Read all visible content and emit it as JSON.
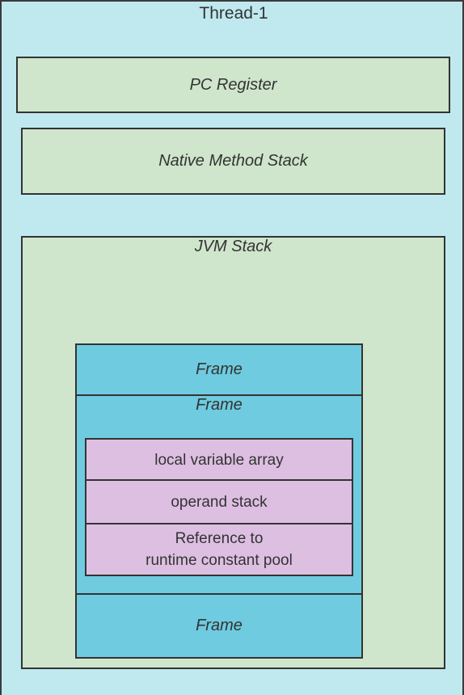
{
  "thread": {
    "title": "Thread-1"
  },
  "pc_register": {
    "label": "PC Register"
  },
  "native_method_stack": {
    "label": "Native Method Stack"
  },
  "jvm_stack": {
    "label": "JVM Stack",
    "frames": [
      {
        "label": "Frame"
      },
      {
        "label": "Frame",
        "contents": {
          "local_variable_array": "local variable array",
          "operand_stack": "operand stack",
          "reference_line1": "Reference to",
          "reference_line2": "runtime constant pool"
        }
      },
      {
        "label": "Frame"
      }
    ]
  },
  "colors": {
    "thread_bg": "#bfe9ef",
    "memory_area_bg": "#cfe5cc",
    "frame_bg": "#6fcbdf",
    "frame_content_bg": "#ddbfe2",
    "border": "#333333"
  }
}
